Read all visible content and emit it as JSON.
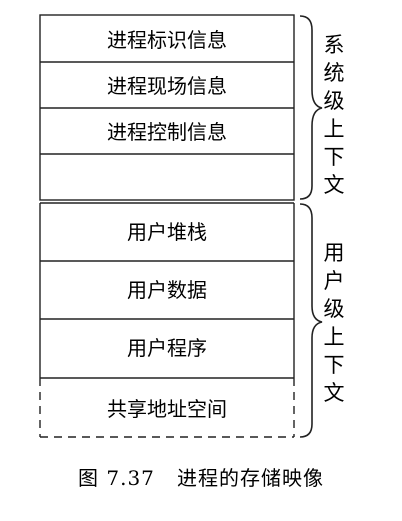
{
  "segments": {
    "system": [
      {
        "label": "进程标识信息"
      },
      {
        "label": "进程现场信息"
      },
      {
        "label": "进程控制信息"
      },
      {
        "label": ""
      }
    ],
    "user": [
      {
        "label": "用户堆栈"
      },
      {
        "label": "用户数据"
      },
      {
        "label": "用户程序"
      }
    ],
    "shared": {
      "label": "共享地址空间",
      "border": "dashed"
    }
  },
  "braces": {
    "system": {
      "text": "系统级上下文"
    },
    "user": {
      "text": "用户级上下文"
    }
  },
  "caption": {
    "text": "图 7.37   进程的存储映像"
  },
  "colors": {
    "line": "#222222",
    "background": "#ffffff",
    "text": "#000000"
  }
}
